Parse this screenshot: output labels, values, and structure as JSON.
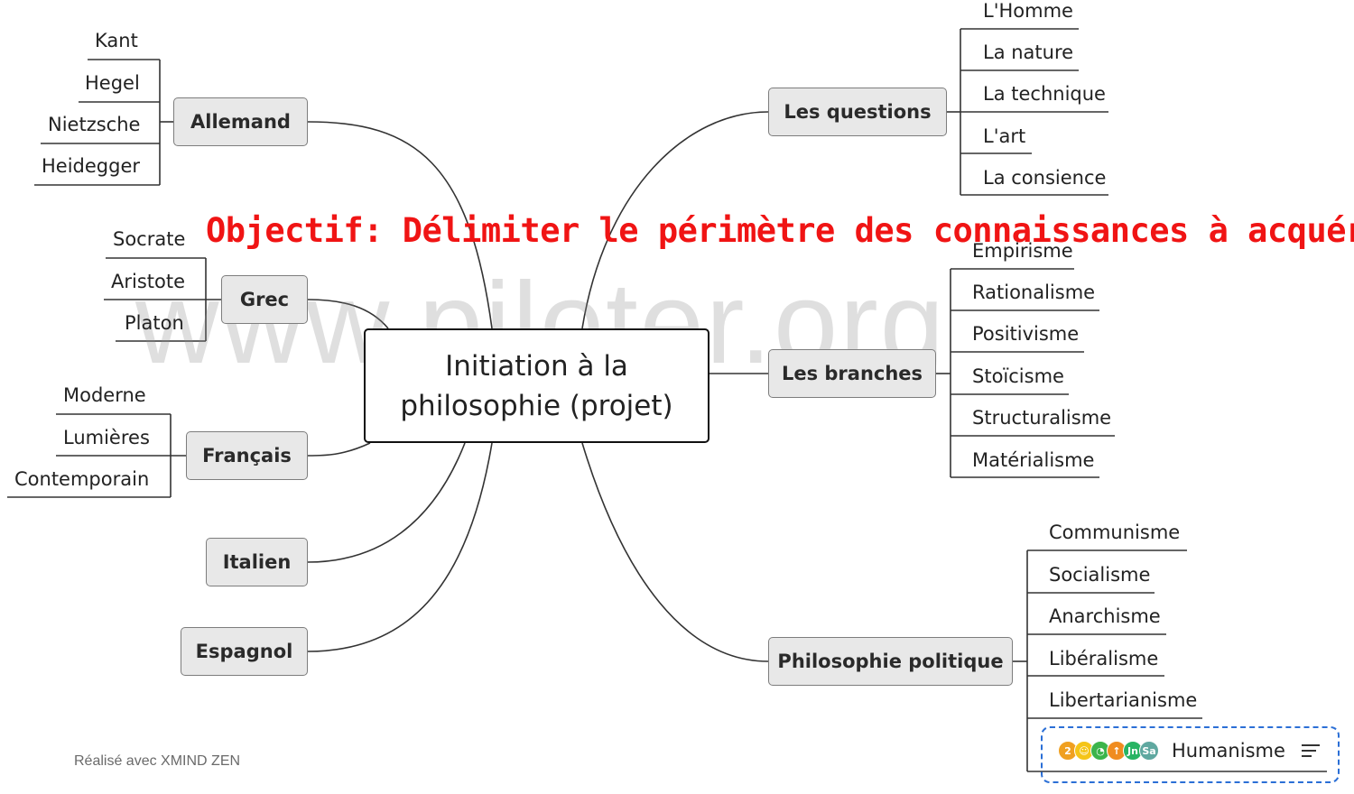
{
  "central": {
    "title": "Initiation à la philosophie (projet)"
  },
  "objective": "Objectif: Délimiter le périmètre des connaissances à acquérir",
  "watermark": "www.piloter.org",
  "credit": "Réalisé avec XMIND ZEN",
  "left_topics": [
    {
      "label": "Allemand",
      "children": [
        "Kant",
        "Hegel",
        "Nietzsche",
        "Heidegger"
      ]
    },
    {
      "label": "Grec",
      "children": [
        "Socrate",
        "Aristote",
        "Platon"
      ]
    },
    {
      "label": "Français",
      "children": [
        "Moderne",
        "Lumières",
        "Contemporain"
      ]
    },
    {
      "label": "Italien",
      "children": []
    },
    {
      "label": "Espagnol",
      "children": []
    }
  ],
  "right_topics": [
    {
      "label": "Les questions",
      "children": [
        "L'Homme",
        "La nature",
        "La technique",
        "L'art",
        "La consience"
      ]
    },
    {
      "label": "Les branches",
      "children": [
        "Empirisme",
        "Rationalisme",
        "Positivisme",
        "Stoïcisme",
        "Structuralisme",
        "Matérialisme"
      ]
    },
    {
      "label": "Philosophie politique",
      "children": [
        "Communisme",
        "Socialisme",
        "Anarchisme",
        "Libéralisme",
        "Libertarianisme",
        "Humanisme"
      ]
    }
  ],
  "humanisme_markers": [
    {
      "icon": "priority-2-icon",
      "text": "2",
      "color": "#f0a020"
    },
    {
      "icon": "smiley-icon",
      "text": "☺",
      "color": "#f5c518"
    },
    {
      "icon": "progress-icon",
      "text": "◔",
      "color": "#3cb44b"
    },
    {
      "icon": "arrow-up-icon",
      "text": "↑",
      "color": "#f08c20"
    },
    {
      "icon": "jn-icon",
      "text": "Jn",
      "color": "#28b463"
    },
    {
      "icon": "sa-icon",
      "text": "Sa",
      "color": "#5fa8a0"
    }
  ],
  "colors": {
    "objective": "#f01414",
    "selection": "#2b6fd6",
    "topic_fill": "#e8e8e8"
  }
}
